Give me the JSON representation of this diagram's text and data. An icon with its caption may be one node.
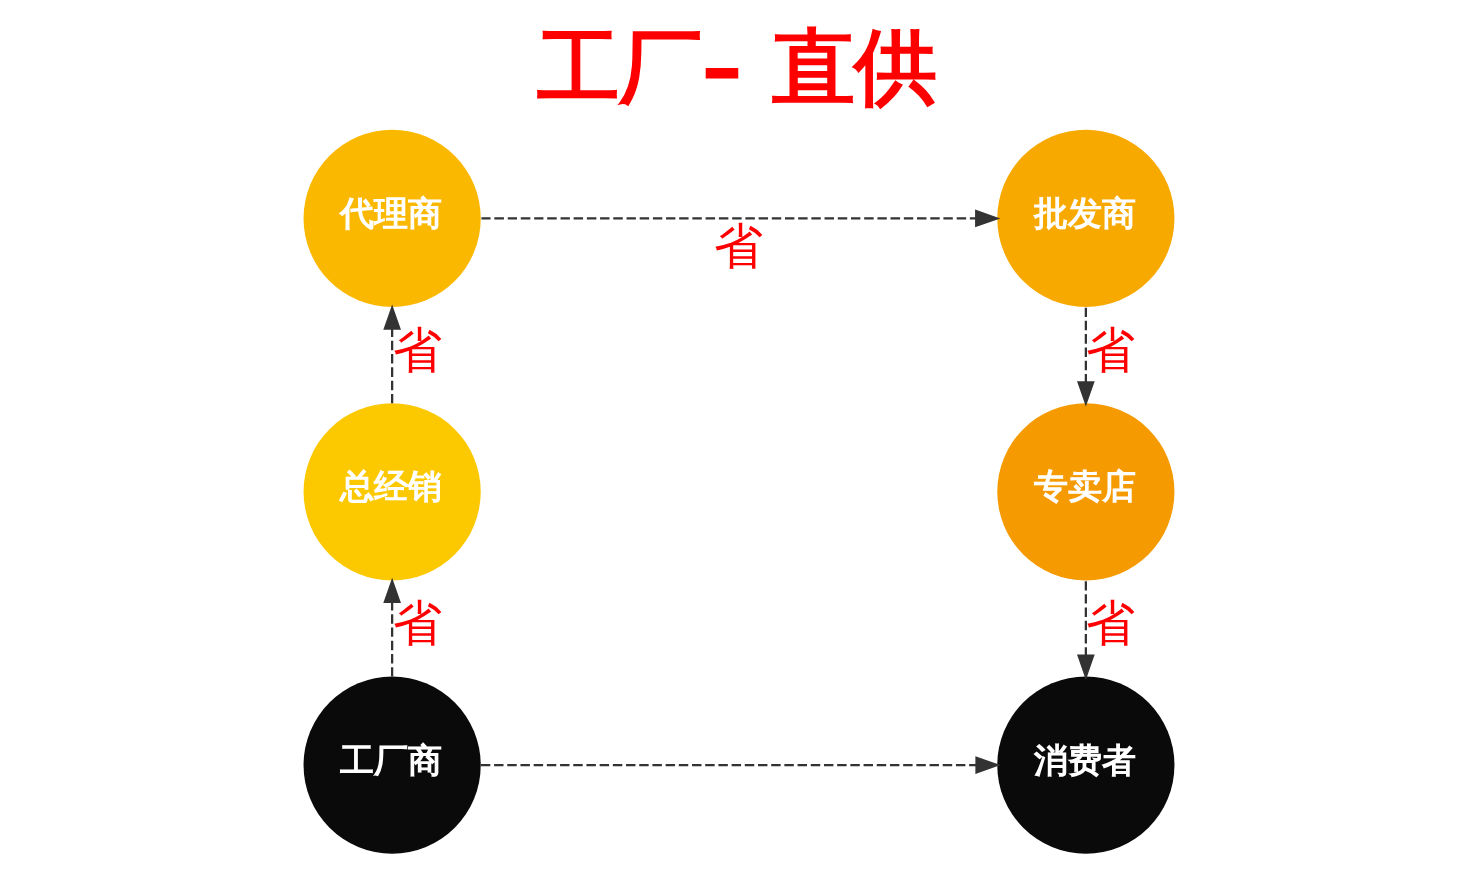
{
  "diagram": {
    "title": "工厂– 直供",
    "nodes": [
      {
        "text": [
          "工厂商"
        ]
      },
      {
        "text": [
          "总经销"
        ]
      },
      {
        "text": [
          "代理商"
        ]
      },
      {
        "text": [
          "批发商"
        ]
      },
      {
        "text": [
          "专卖店"
        ]
      },
      {
        "text": [
          "消费者"
        ]
      }
    ],
    "edges": [
      {
        "from": 0,
        "to": 1,
        "arrow": "to",
        "label": "省",
        "style": "dashed"
      },
      {
        "from": 1,
        "to": 2,
        "arrow": "to",
        "label": "省",
        "style": "dashed"
      },
      {
        "from": 2,
        "to": 3,
        "arrow": "to",
        "label": "省",
        "style": "dashed"
      },
      {
        "from": 3,
        "to": 4,
        "arrow": "to",
        "label": "省",
        "style": "dashed"
      },
      {
        "from": 4,
        "to": 5,
        "arrow": "to",
        "label": "省",
        "style": "dashed"
      },
      {
        "from": 0,
        "to": 5,
        "arrow": "to",
        "style": "dashed"
      }
    ]
  }
}
